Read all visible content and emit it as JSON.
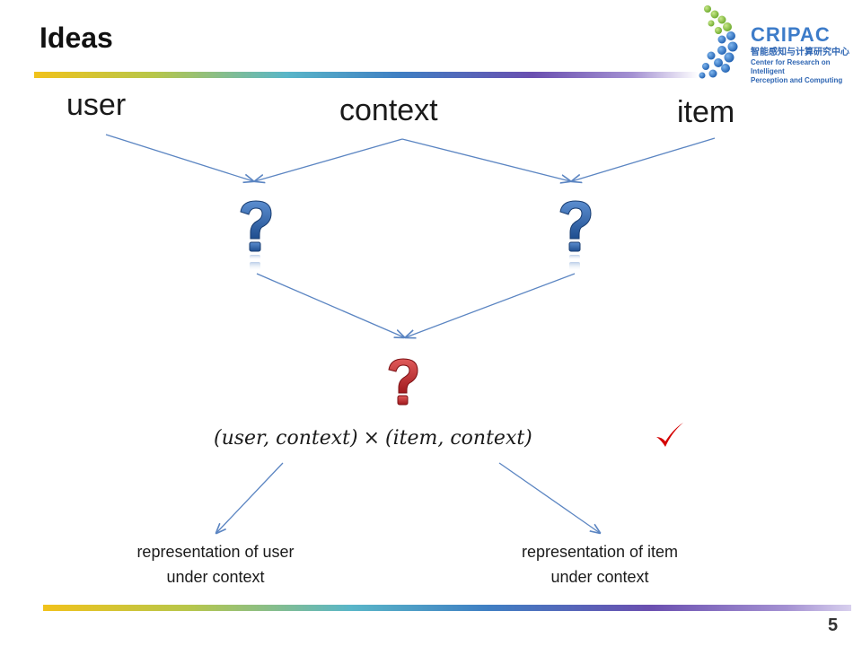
{
  "slide": {
    "title": "Ideas",
    "page_number": "5"
  },
  "logo": {
    "name": "CRIPAC",
    "chinese": "智能感知与计算研究中心",
    "english_line1": "Center for Research on Intelligent",
    "english_line2": "Perception and Computing"
  },
  "nodes": {
    "user": "user",
    "context": "context",
    "item": "item"
  },
  "formula": {
    "left": "(user, context)",
    "operator": "×",
    "right": "(item, context)"
  },
  "captions": {
    "user_rep_line1": "representation of user",
    "user_rep_line2": "under context",
    "item_rep_line1": "representation of item",
    "item_rep_line2": "under context"
  },
  "colors": {
    "arrow": "#5b85c2",
    "question_blue": "#2d5a9a",
    "question_red": "#c0282c",
    "check_red": "#d40000"
  },
  "icons": {
    "question": "question-mark-icon",
    "check": "check-mark-icon"
  }
}
